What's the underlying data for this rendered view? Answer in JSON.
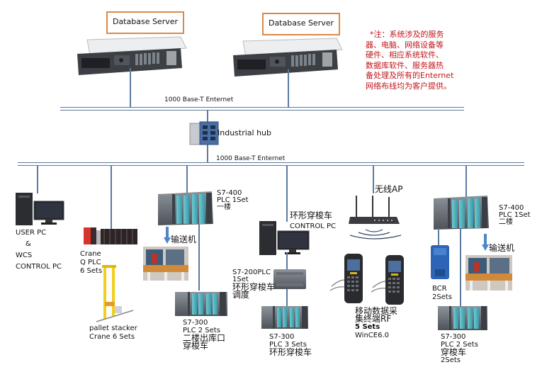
{
  "servers": [
    {
      "label": "Database Server"
    },
    {
      "label": "Database Server"
    }
  ],
  "note": {
    "lines": [
      "*注：系统涉及的服务",
      "器、电脑、网络设备等",
      "硬件、相应系统软件、",
      "数据库软件、服务器热",
      "备处理及所有的Enternet",
      "网络布线均为客户提供。"
    ],
    "color": "#c0161b"
  },
  "network": {
    "top_bus_label": "1000 Base-T Enternet",
    "hub_label": "Industrial hub",
    "bottom_bus_label": "1000 Base-T Enternet",
    "line_color": "#5a7aa0"
  },
  "nodes": {
    "user_pc": {
      "lines": [
        "USER PC",
        "&",
        "WCS",
        "CONTROL PC"
      ]
    },
    "crane_plc": {
      "lines": [
        "Crane",
        "Q PLC",
        "6 Sets"
      ]
    },
    "pallet_stacker": {
      "lines": [
        "pallet stacker",
        "Crane 6 Sets"
      ]
    },
    "s7400_floor1": {
      "lines": [
        "S7-400",
        "PLC  1Set",
        "一楼"
      ]
    },
    "conveyor_1": {
      "label": "输送机"
    },
    "s7300_floor2_exit": {
      "lines": [
        "S7-300",
        "PLC  2 Sets",
        "二楼出库口",
        "穿梭车"
      ]
    },
    "ring_shuttle_pc": {
      "lines": [
        "环形穿梭车",
        "CONTROL PC"
      ]
    },
    "s7200": {
      "lines": [
        "S7-200PLC",
        "1Set",
        "环形穿梭车",
        "调度"
      ]
    },
    "s7300_ring": {
      "lines": [
        "S7-300",
        "PLC  3 Sets",
        "环形穿梭车"
      ]
    },
    "wireless_ap": {
      "label": "无线AP"
    },
    "rf_terminal": {
      "lines": [
        "移动数据采",
        "集终端RF",
        "5 Sets",
        "WinCE6.0"
      ]
    },
    "s7400_floor2": {
      "lines": [
        "S7-400",
        "PLC  1Set",
        "二楼"
      ]
    },
    "conveyor_2": {
      "label": "输送机"
    },
    "bcr": {
      "lines": [
        "BCR",
        "2Sets"
      ]
    },
    "s7300_shuttle": {
      "lines": [
        "S7-300",
        "PLC  2 Sets",
        "穿梭车",
        "2Sets"
      ]
    }
  }
}
